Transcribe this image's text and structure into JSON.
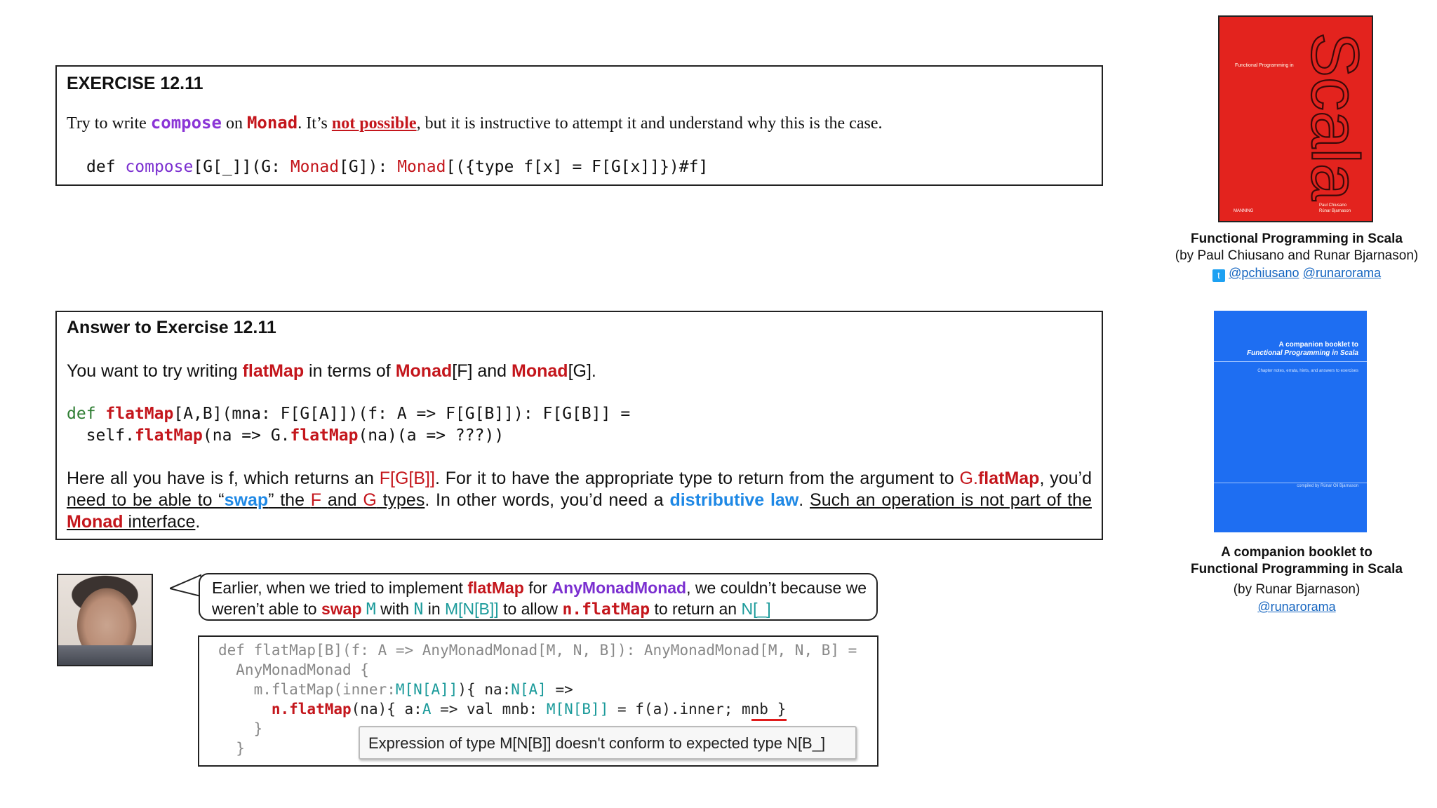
{
  "exercise": {
    "title": "EXERCISE 12.11",
    "intro_try": "Try to write",
    "intro_compose": "compose",
    "intro_on": "on",
    "intro_monad": "Monad",
    "intro_its": ". It’s",
    "intro_not_possible": "not possible",
    "intro_rest": ", but it is instructive to attempt it and understand why this is the case.",
    "code_def": "def",
    "code_compose": "compose",
    "code_g": "[G[_]](G:",
    "code_monad1": "Monad",
    "code_mid": "[G]):",
    "code_monad2": "Monad",
    "code_tail": "[({type f[x] = F[G[x]]})#f]"
  },
  "answer": {
    "title": "Answer to Exercise 12.11",
    "p1_a": "You want to try writing",
    "p1_flatmap": "flatMap",
    "p1_b": "in terms of",
    "p1_monad1": "Monad",
    "p1_c": "[F] and",
    "p1_monad2": "Monad",
    "p1_d": "[G].",
    "code_def": "def",
    "code_flatmap": "flatMap",
    "code_sig1": "[A,B](mna: F[G[A]])(f: A => F[G[B]]): F[G[B]] =",
    "code_self": "self.",
    "code_flatmap2": "flatMap",
    "code_na": "(na => G.",
    "code_flatmap3": "flatMap",
    "code_end": "(na)(a => ???))",
    "p2_a": "Here all you have is f, which returns an",
    "p2_fgb": "F[G[B]]",
    "p2_b": ". For it to have the appropriate type to return from the argument to",
    "p2_g": "G.",
    "p2_gflat": "flatMap",
    "p2_c": ", you’d",
    "p2_need": "need to be able to “",
    "p2_swap": "swap",
    "p2_the": "” the",
    "p2_f": "F",
    "p2_and": "and",
    "p2_gg": "G",
    "p2_types": "types",
    "p2_d": ". In other words, you’d need a",
    "p2_law": "distributive law",
    "p2_e": ".",
    "p2_such": "Such an operation is not part of the",
    "p2_monad": "Monad",
    "p2_iface": "interface",
    "p2_f_end": "."
  },
  "bubble": {
    "a": "Earlier, when we tried to implement",
    "flatmap": "flatMap",
    "b": "for",
    "anymonad": "AnyMonadMonad",
    "c": ", we couldn’t because we weren’t able to",
    "swap": "swap",
    "m": "M",
    "with": "with",
    "n": "N",
    "in": "in",
    "mnb": "M[N[B]]",
    "allow": "to allow",
    "nflat": "n.flatMap",
    "ret": "to return an",
    "n_": "N[_]"
  },
  "code2": {
    "l1": "def flatMap[B](f: A => AnyMonadMonad[M, N, B]): AnyMonadMonad[M, N, B] =",
    "l2": "  AnyMonadMonad {",
    "l3a": "    m.flatMap(inner:",
    "l3b": "M[N[A]]",
    "l3c": "){ na:",
    "l3d": "N[A]",
    "l3e": " =>",
    "l4a": "      ",
    "l4b": "n.flatMap",
    "l4c": "(na){ a:",
    "l4d": "A",
    "l4e": " => val mnb: ",
    "l4f": "M[N[B]]",
    "l4g": " = f(a).inner; ",
    "l4h": "mnb",
    "l4i": " }",
    "l5": "    }",
    "l6": "  }",
    "tooltip": "Expression of type M[N[B]] doesn't conform to expected type N[B_]"
  },
  "book1": {
    "cover_small": "Functional Programming in",
    "cover_big": "Scala",
    "cover_authors": "Paul Chiusano\nRúnar Bjarnason",
    "cover_pub": "MANNING",
    "caption_title": "Functional Programming in Scala",
    "caption_by": "(by Paul Chiusano and Runar Bjarnason)",
    "link1": "@pchiusano",
    "link2": "@runarorama"
  },
  "book2": {
    "cover_l1": "A companion booklet to",
    "cover_l2": "Functional Programming in Scala",
    "cover_sub": "Chapter notes, errata, hints, and answers to exercises",
    "cover_comp": "compiled by Rúnar Óli Bjarnason",
    "caption_l1": "A companion booklet to",
    "caption_l2": "Functional Programming in Scala",
    "caption_by": "(by Runar Bjarnason)",
    "link": "@runarorama"
  }
}
